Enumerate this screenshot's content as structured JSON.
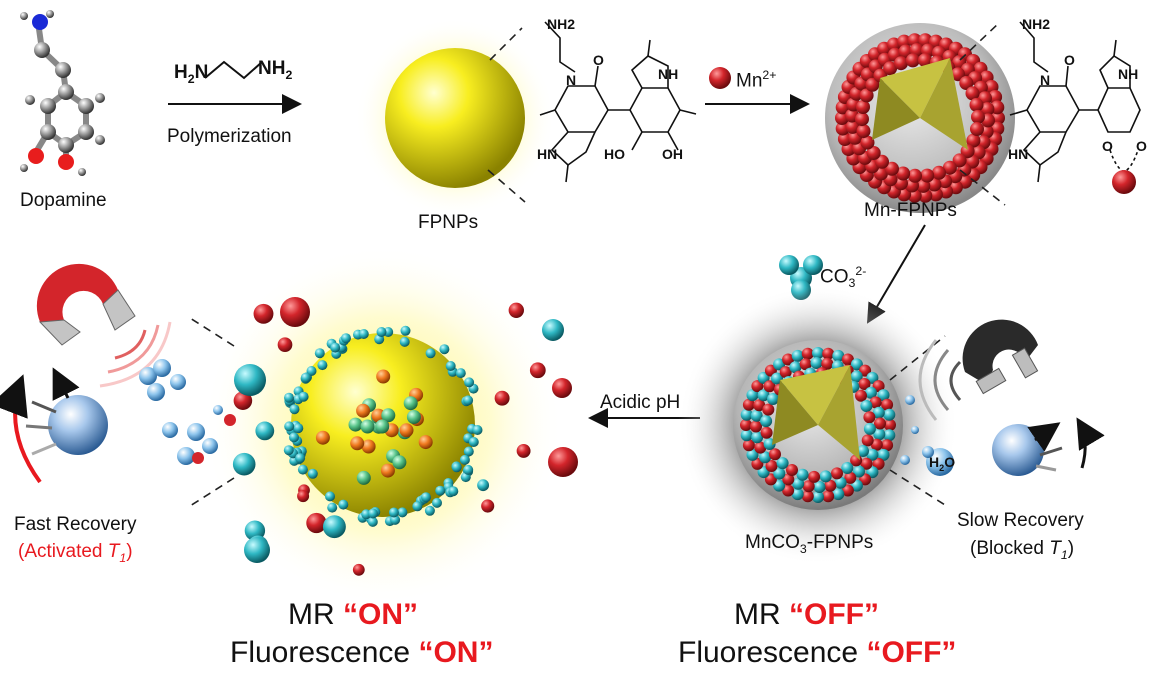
{
  "labels": {
    "dopamine": "Dopamine",
    "polymerization": "Polymerization",
    "fpnps": "FPNPs",
    "mn_ion_prefix": "Mn",
    "mn_ion_charge": "2+",
    "mn_fpnps": "Mn-FPNPs",
    "co3_prefix": "CO",
    "co3_sub": "3",
    "co3_charge": "2-",
    "acidic_ph": "Acidic pH",
    "mnco3_prefix": "MnCO",
    "mnco3_sub": "3",
    "mnco3_suffix": "-FPNPs",
    "fast_recovery": "Fast Recovery",
    "activated_open": "(Activated ",
    "activated_t": "T",
    "activated_sub": "1",
    "activated_close": ")",
    "slow_recovery": "Slow Recovery",
    "blocked_open": "(Blocked ",
    "blocked_t": "T",
    "blocked_sub": "1",
    "blocked_close": ")",
    "water_h": "H",
    "water_sub": "2",
    "water_o": "O"
  },
  "reagent": {
    "h2n_h": "H",
    "h2n_sub": "2",
    "h2n_n": "N",
    "nh2_n": "NH",
    "nh2_sub": "2"
  },
  "structure": {
    "nh2": "NH2",
    "n": "N",
    "o": "O",
    "nh": "NH",
    "hn": "HN",
    "ho": "HO",
    "oh": "OH"
  },
  "status_on": {
    "mr_prefix": "MR ",
    "mr_state": "“ON”",
    "fl_prefix": "Fluorescence ",
    "fl_state": "“ON”"
  },
  "status_off": {
    "mr_prefix": "MR ",
    "mr_state": "“OFF”",
    "fl_prefix": "Fluorescence ",
    "fl_state": "“OFF”"
  },
  "colors": {
    "accent_red": "#e8191f",
    "yellow": "#f5e600",
    "mn_red": "#c0282d",
    "carbonate_cyan": "#2fb8c4"
  }
}
